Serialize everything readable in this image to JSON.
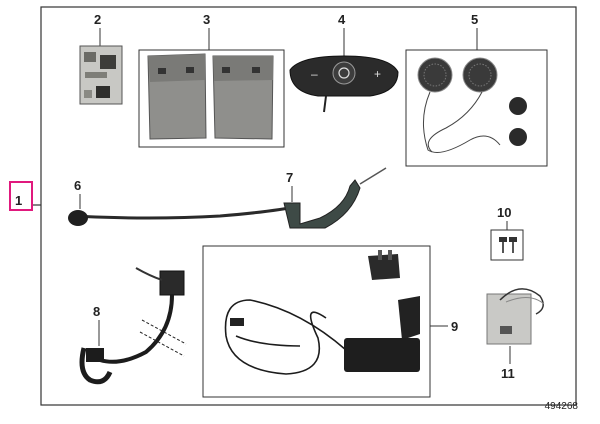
{
  "diagram": {
    "assembly_label": "1",
    "reference": "494268",
    "highlight_color": "#e0197d",
    "parts": [
      {
        "label": "2"
      },
      {
        "label": "3"
      },
      {
        "label": "4"
      },
      {
        "label": "5"
      },
      {
        "label": "6"
      },
      {
        "label": "7"
      },
      {
        "label": "8"
      },
      {
        "label": "9"
      },
      {
        "label": "10"
      },
      {
        "label": "11"
      }
    ]
  }
}
